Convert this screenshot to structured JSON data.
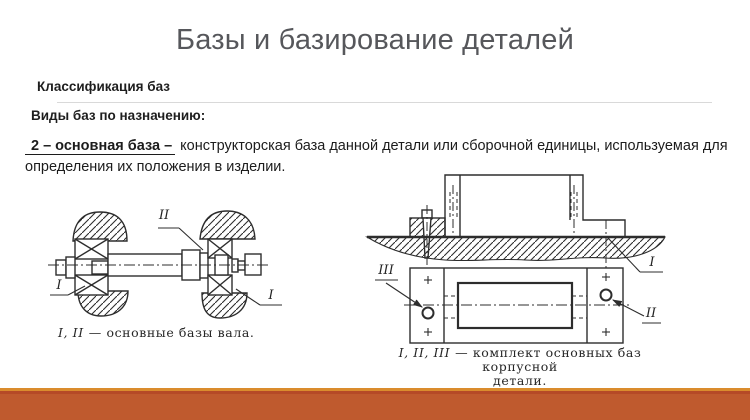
{
  "slide": {
    "title": "Базы и базирование деталей",
    "heading1": "Классификация баз",
    "heading2": "Виды баз по назначению:",
    "paragraph_lead": "2 – основная база –",
    "paragraph_body": "конструкторская база данной детали или сборочной единицы, используемая для определения их положения в изделии."
  },
  "figure_shaft": {
    "label_top": "II",
    "label_bottom_left": "I",
    "label_bottom_right": "I",
    "caption_numerals": "I, II",
    "caption_text": "— основные базы вала."
  },
  "figure_housing": {
    "label_pin": "III",
    "label_plane": "I",
    "label_hole": "II",
    "caption_numerals": "I, II, III",
    "caption_text": "— комплект основных баз корпусной",
    "caption_text2": "детали."
  },
  "colors": {
    "accent_bar": "#BF5A2E",
    "accent_line_gold": "#DA8C2D",
    "accent_line_dark": "#B54A27",
    "title_gray": "#56575B",
    "divider_gray": "#D9D9D9",
    "drawing_ink": "#2D2D2D"
  }
}
